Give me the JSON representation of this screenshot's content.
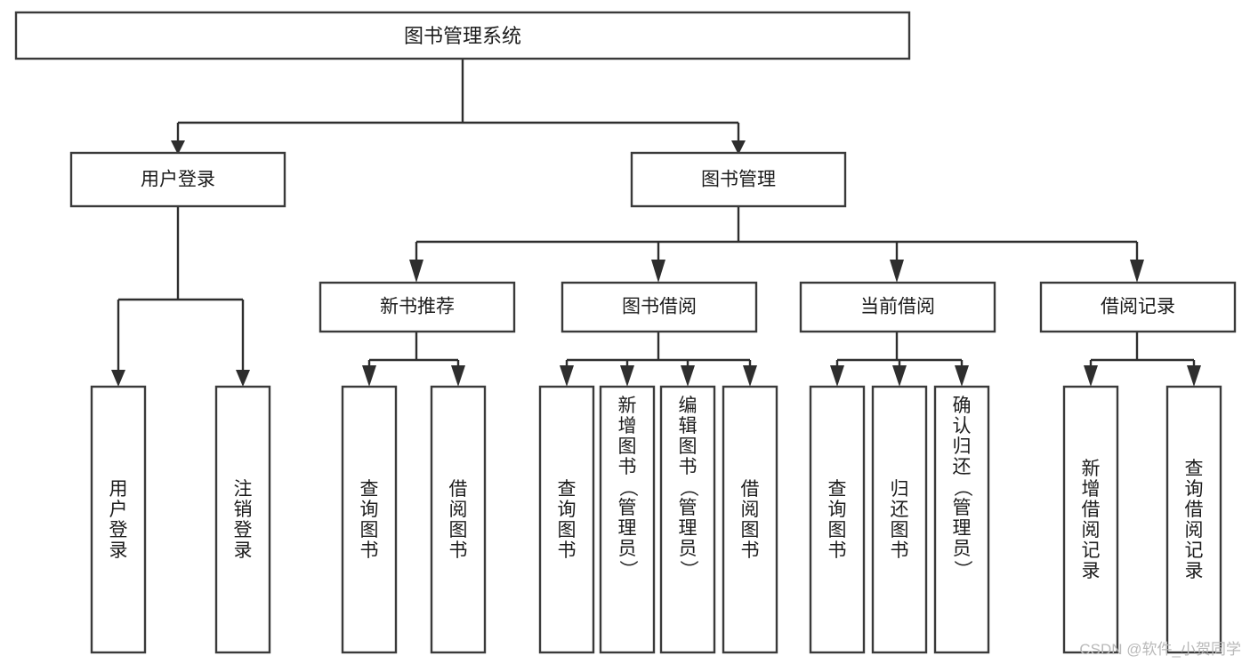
{
  "diagram": {
    "title": "图书管理系统",
    "type": "tree-hierarchy-chart",
    "orientation": "top-down",
    "background_color": "#ffffff",
    "line_color": "#2e2e2e",
    "box_border_color": "#3a3a3a",
    "box_fill_color": "#ffffff",
    "text_color": "#1c1c1c"
  },
  "root": {
    "label": "图书管理系统"
  },
  "level2": [
    {
      "label": "用户登录"
    },
    {
      "label": "图书管理"
    }
  ],
  "level3": [
    {
      "label": "新书推荐"
    },
    {
      "label": "图书借阅"
    },
    {
      "label": "当前借阅"
    },
    {
      "label": "借阅记录"
    }
  ],
  "leaves": {
    "user_login": [
      {
        "label": "用户登录",
        "chars": [
          "用",
          "户",
          "登",
          "录"
        ]
      },
      {
        "label": "注销登录",
        "chars": [
          "注",
          "销",
          "登",
          "录"
        ]
      }
    ],
    "new_book_recommend": [
      {
        "label": "查询图书",
        "chars": [
          "查",
          "询",
          "图",
          "书"
        ]
      },
      {
        "label": "借阅图书",
        "chars": [
          "借",
          "阅",
          "图",
          "书"
        ]
      }
    ],
    "book_borrow": [
      {
        "label": "查询图书",
        "chars": [
          "查",
          "询",
          "图",
          "书"
        ]
      },
      {
        "label": "新增图书（管理员）",
        "chars": [
          "新",
          "增",
          "图",
          "书",
          "（",
          "管",
          "理",
          "员",
          "）"
        ]
      },
      {
        "label": "编辑图书（管理员）",
        "chars": [
          "编",
          "辑",
          "图",
          "书",
          "（",
          "管",
          "理",
          "员",
          "）"
        ]
      },
      {
        "label": "借阅图书",
        "chars": [
          "借",
          "阅",
          "图",
          "书"
        ]
      }
    ],
    "current_borrow": [
      {
        "label": "查询图书",
        "chars": [
          "查",
          "询",
          "图",
          "书"
        ]
      },
      {
        "label": "归还图书",
        "chars": [
          "归",
          "还",
          "图",
          "书"
        ]
      },
      {
        "label": "确认归还（管理员）",
        "chars": [
          "确",
          "认",
          "归",
          "还",
          "（",
          "管",
          "理",
          "员",
          "）"
        ]
      }
    ],
    "borrow_record": [
      {
        "label": "新增借阅记录",
        "chars": [
          "新",
          "增",
          "借",
          "阅",
          "记",
          "录"
        ]
      },
      {
        "label": "查询借阅记录",
        "chars": [
          "查",
          "询",
          "借",
          "阅",
          "记",
          "录"
        ]
      }
    ]
  },
  "watermark": {
    "text": "CSDN @软件_小贺同学"
  }
}
